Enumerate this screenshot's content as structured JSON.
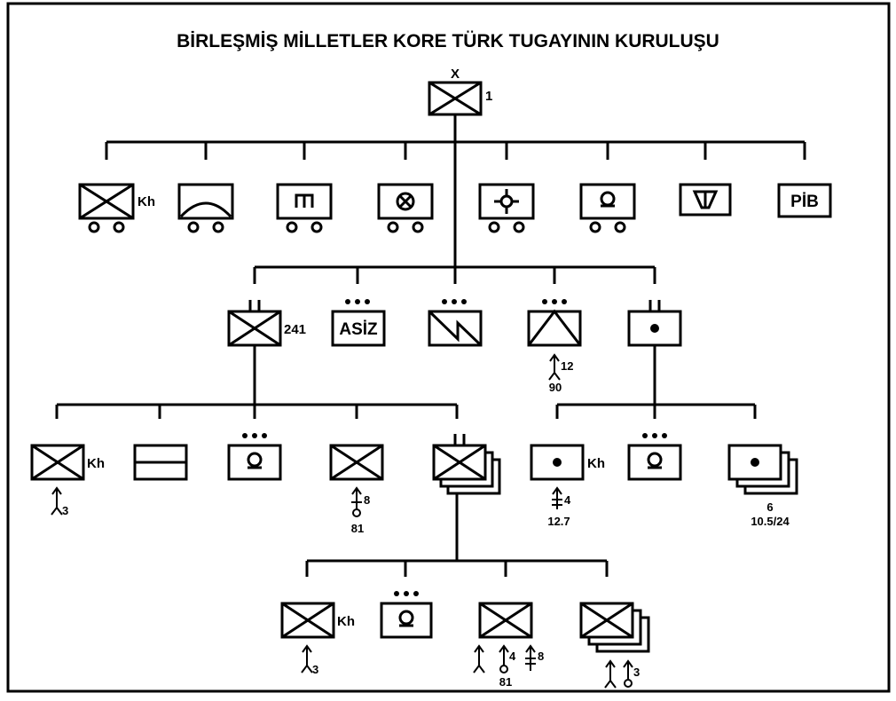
{
  "title": "BİRLEŞMİŞ MİLLETLER KORE TÜRK TUGAYININ KURULUŞU",
  "brigade": {
    "size_marker": "X",
    "number": "1"
  },
  "hq_company_label": "Kh",
  "pib_label": "PİB",
  "battalion": {
    "number": "241"
  },
  "asiz_label": "ASİZ",
  "artillery": {
    "weapon_count": "12",
    "caliber": "90"
  },
  "inf_hq_label": "Kh",
  "inf_hq_weapon": "3",
  "mortar_company": {
    "count": "8",
    "caliber": "81"
  },
  "art_hq_label": "Kh",
  "mg": {
    "count": "4",
    "caliber": "12.7"
  },
  "howitzer": {
    "count": "6",
    "caliber": "10.5/24"
  },
  "company_hq_label": "Kh",
  "company_hq_weapon": "3",
  "weapons_platoon": {
    "mortar_count": "4",
    "mortar_caliber": "81",
    "mg_count": "8"
  },
  "rifle_platoons_weapon": "3"
}
